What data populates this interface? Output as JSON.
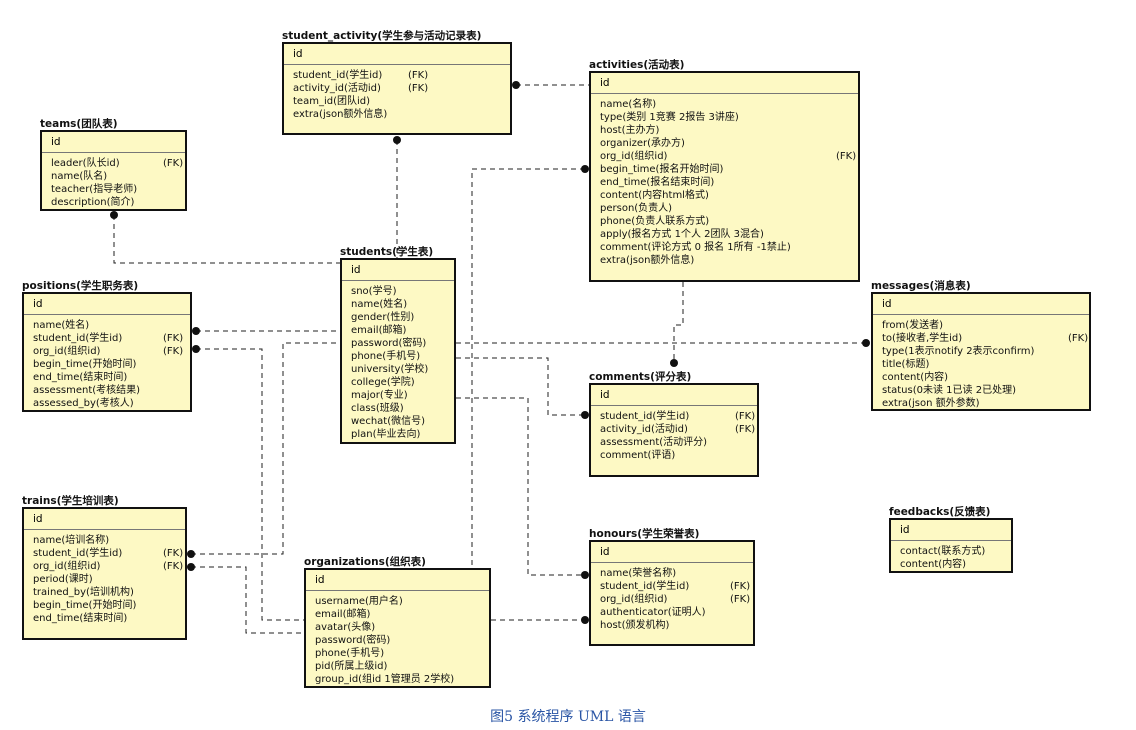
{
  "entities": {
    "student_activity": {
      "title": "student_activity(学生参与活动记录表)",
      "pk": "id",
      "fields": [
        {
          "name": "student_id(学生id)",
          "fk": "(FK)"
        },
        {
          "name": "activity_id(活动id)",
          "fk": "(FK)"
        },
        {
          "name": "team_id(团队id)"
        },
        {
          "name": "extra(json额外信息)"
        }
      ]
    },
    "activities": {
      "title": "activities(活动表)",
      "pk": "id",
      "fields": [
        {
          "name": "name(名称)"
        },
        {
          "name": "type(类别 1竞赛 2报告 3讲座)"
        },
        {
          "name": "host(主办方)"
        },
        {
          "name": "organizer(承办方)"
        },
        {
          "name": "org_id(组织id)",
          "fk": "(FK)"
        },
        {
          "name": "begin_time(报名开始时间)"
        },
        {
          "name": "end_time(报名结束时间)"
        },
        {
          "name": "content(内容html格式)"
        },
        {
          "name": "person(负责人)"
        },
        {
          "name": "phone(负责人联系方式)"
        },
        {
          "name": "apply(报名方式 1个人 2团队 3混合)"
        },
        {
          "name": "comment(评论方式 0 报名 1所有 -1禁止)"
        },
        {
          "name": "extra(json额外信息)"
        }
      ]
    },
    "teams": {
      "title": "teams(团队表)",
      "pk": "id",
      "fields": [
        {
          "name": "leader(队长id)",
          "fk": "(FK)"
        },
        {
          "name": "name(队名)"
        },
        {
          "name": "teacher(指导老师)"
        },
        {
          "name": "description(简介)"
        }
      ]
    },
    "students": {
      "title": "students(学生表)",
      "pk": "id",
      "fields": [
        {
          "name": "sno(学号)"
        },
        {
          "name": "name(姓名)"
        },
        {
          "name": "gender(性别)"
        },
        {
          "name": "email(邮箱)"
        },
        {
          "name": "password(密码)"
        },
        {
          "name": "phone(手机号)"
        },
        {
          "name": "university(学校)"
        },
        {
          "name": "college(学院)"
        },
        {
          "name": "major(专业)"
        },
        {
          "name": "class(班级)"
        },
        {
          "name": "wechat(微信号)"
        },
        {
          "name": "plan(毕业去向)"
        }
      ]
    },
    "positions": {
      "title": "positions(学生职务表)",
      "pk": "id",
      "fields": [
        {
          "name": "name(姓名)"
        },
        {
          "name": "student_id(学生id)",
          "fk": "(FK)"
        },
        {
          "name": "org_id(组织id)",
          "fk": "(FK)"
        },
        {
          "name": "begin_time(开始时间)"
        },
        {
          "name": "end_time(结束时间)"
        },
        {
          "name": "assessment(考核结果)"
        },
        {
          "name": "assessed_by(考核人)"
        }
      ]
    },
    "messages": {
      "title": "messages(消息表)",
      "pk": "id",
      "fields": [
        {
          "name": "from(发送者)"
        },
        {
          "name": "to(接收者,学生id)",
          "fk": "(FK)"
        },
        {
          "name": "type(1表示notify 2表示confirm)"
        },
        {
          "name": "title(标题)"
        },
        {
          "name": "content(内容)"
        },
        {
          "name": "status(0未读 1已读 2已处理)"
        },
        {
          "name": "extra(json 额外参数)"
        }
      ]
    },
    "comments": {
      "title": "comments(评分表)",
      "pk": "id",
      "fields": [
        {
          "name": "student_id(学生id)",
          "fk": "(FK)"
        },
        {
          "name": "activity_id(活动id)",
          "fk": "(FK)"
        },
        {
          "name": "assessment(活动评分)"
        },
        {
          "name": "comment(评语)"
        }
      ]
    },
    "trains": {
      "title": "trains(学生培训表)",
      "pk": "id",
      "fields": [
        {
          "name": "name(培训名称)"
        },
        {
          "name": "student_id(学生id)",
          "fk": "(FK)"
        },
        {
          "name": "org_id(组织id)",
          "fk": "(FK)"
        },
        {
          "name": "period(课时)"
        },
        {
          "name": "trained_by(培训机构)"
        },
        {
          "name": "begin_time(开始时间)"
        },
        {
          "name": "end_time(结束时间)"
        }
      ]
    },
    "feedbacks": {
      "title": "feedbacks(反馈表)",
      "pk": "id",
      "fields": [
        {
          "name": "contact(联系方式)"
        },
        {
          "name": "content(内容)"
        }
      ]
    },
    "honours": {
      "title": "honours(学生荣誉表)",
      "pk": "id",
      "fields": [
        {
          "name": "name(荣誉名称)"
        },
        {
          "name": "student_id(学生id)",
          "fk": "(FK)"
        },
        {
          "name": "org_id(组织id)",
          "fk": "(FK)"
        },
        {
          "name": "authenticator(证明人)"
        },
        {
          "name": "host(颁发机构)"
        }
      ]
    },
    "organizations": {
      "title": "organizations(组织表)",
      "pk": "id",
      "fields": [
        {
          "name": "username(用户名)"
        },
        {
          "name": "email(邮箱)"
        },
        {
          "name": "avatar(头像)"
        },
        {
          "name": "password(密码)"
        },
        {
          "name": "phone(手机号)"
        },
        {
          "name": "pid(所属上级id)"
        },
        {
          "name": "group_id(组id 1管理员 2学校)"
        }
      ]
    }
  },
  "caption": "图5  系统程序 UML 语言",
  "colors": {
    "entity_fill": "#fdf9c4",
    "border": "#111111",
    "caption": "#2a55a5"
  }
}
